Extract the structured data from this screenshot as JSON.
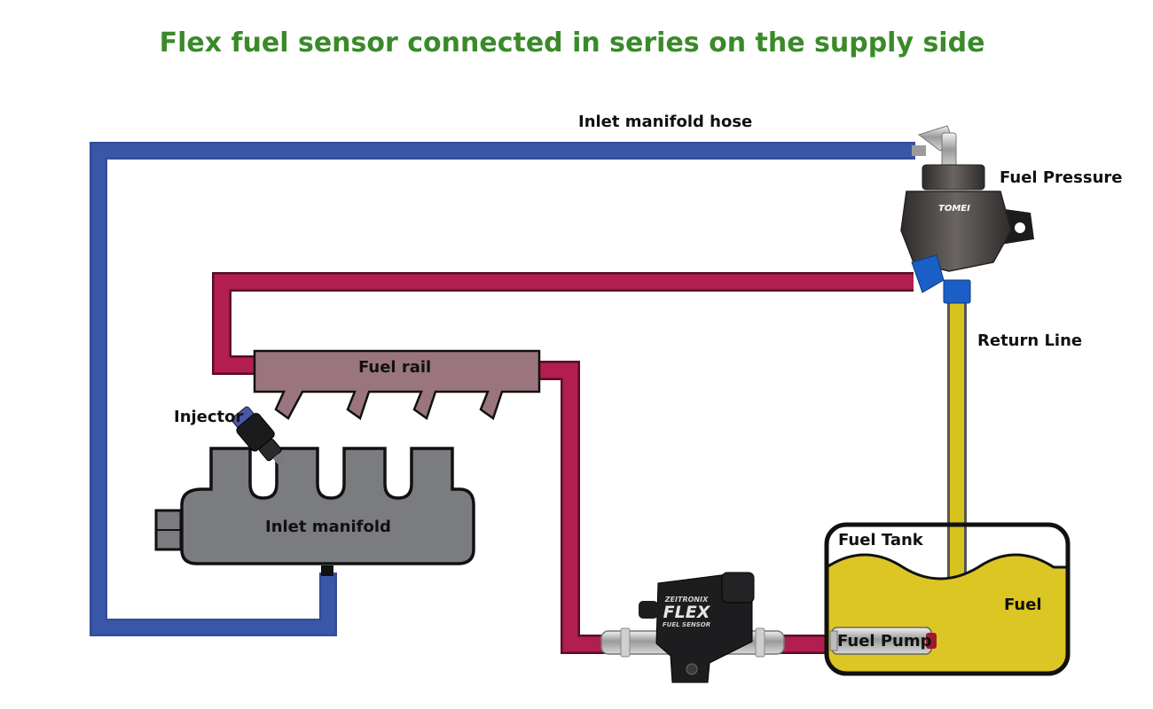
{
  "title": "Flex fuel sensor connected in series on the supply side",
  "labels": {
    "inlet_manifold_hose": "Inlet manifold hose",
    "fuel_pressure": "Fuel Pressure",
    "return_line": "Return Line",
    "fuel_rail": "Fuel rail",
    "injector": "Injector",
    "inlet_manifold": "Inlet manifold",
    "fuel_tank": "Fuel Tank",
    "fuel": "Fuel",
    "fuel_pump": "Fuel Pump"
  },
  "product_text": {
    "regulator_brand": "TOMEI",
    "sensor_brand": "ZEITRONIX",
    "sensor_model": "FLEX",
    "sensor_sub": "FUEL SENSOR"
  },
  "colors": {
    "title": "#3a8a2a",
    "vacuum_hose": "#3a56a8",
    "supply_line": "#b11e4f",
    "return_line": "#d8c21c",
    "fuel_rail": "#9a757e",
    "manifold": "#7b7c80",
    "fuel": "#dcc624",
    "regulator": "#4a4644",
    "fitting": "#1a5fc8"
  }
}
